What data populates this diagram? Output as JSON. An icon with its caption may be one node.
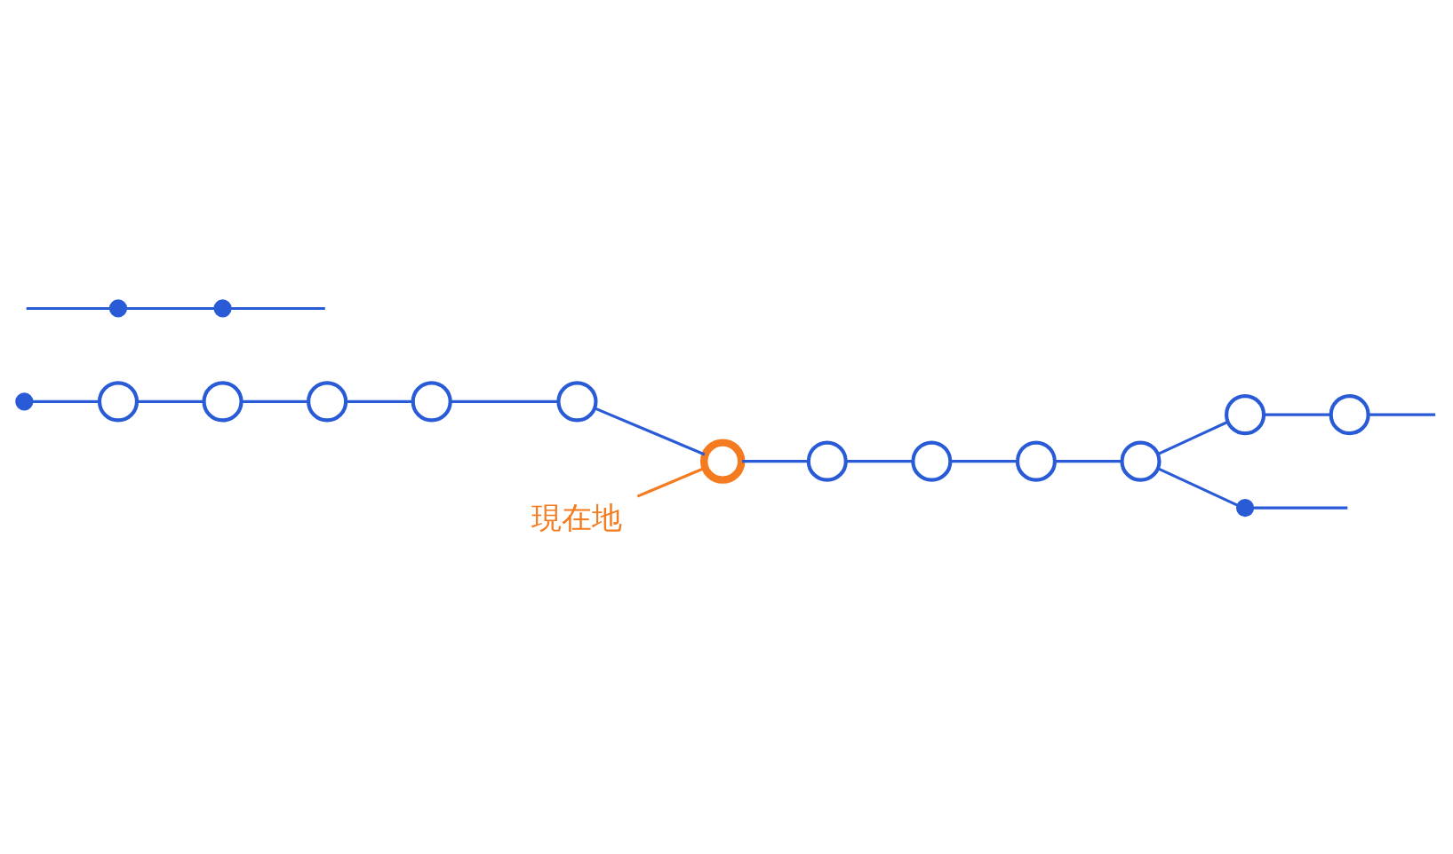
{
  "diagram": {
    "nodes": [
      {
        "text": [],
        "shape": "dot"
      },
      {
        "text": [],
        "shape": "circle"
      },
      {
        "text": [],
        "shape": "circle"
      },
      {
        "text": [],
        "shape": "circle"
      },
      {
        "text": [],
        "shape": "circle"
      },
      {
        "text": [],
        "shape": "circle"
      },
      {
        "text": [],
        "shape": "circle"
      },
      {
        "text": [],
        "shape": "circle"
      },
      {
        "text": [],
        "shape": "circle"
      },
      {
        "text": [],
        "shape": "circle"
      },
      {
        "text": [],
        "shape": "circle"
      },
      {
        "text": [],
        "shape": "circle"
      },
      {
        "text": [],
        "shape": "circle"
      },
      {
        "text": [
          "現在地"
        ]
      },
      {
        "text": [],
        "shape": "dot"
      },
      {
        "text": [],
        "shape": "dot"
      },
      {
        "text": [],
        "shape": "dot"
      }
    ],
    "edges": [
      {
        "from": 0,
        "to": 1,
        "arrow": "none"
      },
      {
        "from": 1,
        "to": 2,
        "arrow": "none"
      },
      {
        "from": 2,
        "to": 3,
        "arrow": "none"
      },
      {
        "from": 3,
        "to": 4,
        "arrow": "none"
      },
      {
        "from": 4,
        "to": 5,
        "arrow": "none"
      },
      {
        "from": 5,
        "to": 6,
        "arrow": "none"
      },
      {
        "from": 6,
        "to": 7,
        "arrow": "none"
      },
      {
        "from": 7,
        "to": 8,
        "arrow": "none"
      },
      {
        "from": 8,
        "to": 9,
        "arrow": "none"
      },
      {
        "from": 9,
        "to": 10,
        "arrow": "none"
      },
      {
        "from": 10,
        "to": 11,
        "arrow": "none"
      },
      {
        "from": 11,
        "to": 12,
        "arrow": "none"
      },
      {
        "from": 12,
        "to": null,
        "arrow": "none"
      },
      {
        "from": 13,
        "to": 6,
        "arrow": "none",
        "color": "#f47b20"
      },
      {
        "from": 10,
        "to": 14,
        "arrow": "none"
      },
      {
        "from": 14,
        "to": null,
        "arrow": "none"
      },
      {
        "from": null,
        "to": 16,
        "arrow": "none"
      },
      {
        "from": 16,
        "to": 15,
        "arrow": "none"
      },
      {
        "from": 15,
        "to": null,
        "arrow": "none"
      }
    ]
  }
}
